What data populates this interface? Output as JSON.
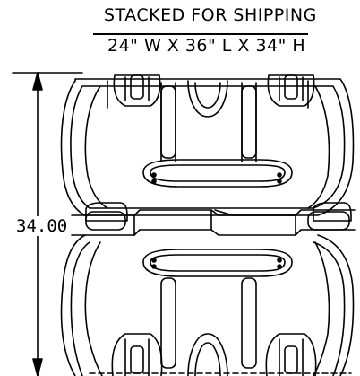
{
  "title": "STACKED FOR SHIPPING",
  "subtitle": "24\" W X 36\" L X 34\" H",
  "dimension": {
    "value": "34.00"
  }
}
